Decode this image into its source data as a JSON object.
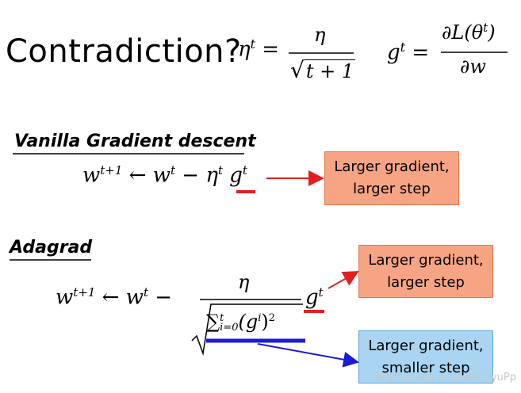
{
  "slide": {
    "title": "Contradiction?",
    "eta_def": {
      "lhs": "η",
      "sup": "t",
      "numerator": "η",
      "denominator": "t + 1"
    },
    "g_def": {
      "lhs": "g",
      "sup": "t",
      "numerator": "∂L(θ",
      "num_sup": "t",
      "num_close": ")",
      "denominator": "∂w"
    }
  },
  "vanilla": {
    "heading": "Vanilla Gradient descent",
    "formula": {
      "w": "w",
      "sup_t1": "t+1",
      "arrow": "←",
      "sup_t": "t",
      "minus": "−",
      "eta": "η",
      "g": "g"
    },
    "box": {
      "line1": "Larger gradient,",
      "line2": "larger step",
      "color": "#f6a483"
    }
  },
  "adagrad": {
    "heading": "Adagrad",
    "formula": {
      "numerator": "η",
      "sum": "∑",
      "sum_upper": "t",
      "sum_lower": "i=0",
      "paren_open": "(g",
      "sup_i": "i",
      "paren_close": ")",
      "sq": "2"
    },
    "box_top": {
      "line1": "Larger gradient,",
      "line2": "larger step",
      "color": "#f6a483"
    },
    "box_bottom": {
      "line1": "Larger gradient,",
      "line2": "smaller step",
      "color": "#a9d5f2"
    }
  },
  "watermark": "https://blog.csdn.net/zyuPp",
  "colors": {
    "red": "#e02020",
    "blue": "#1a1ad8"
  }
}
